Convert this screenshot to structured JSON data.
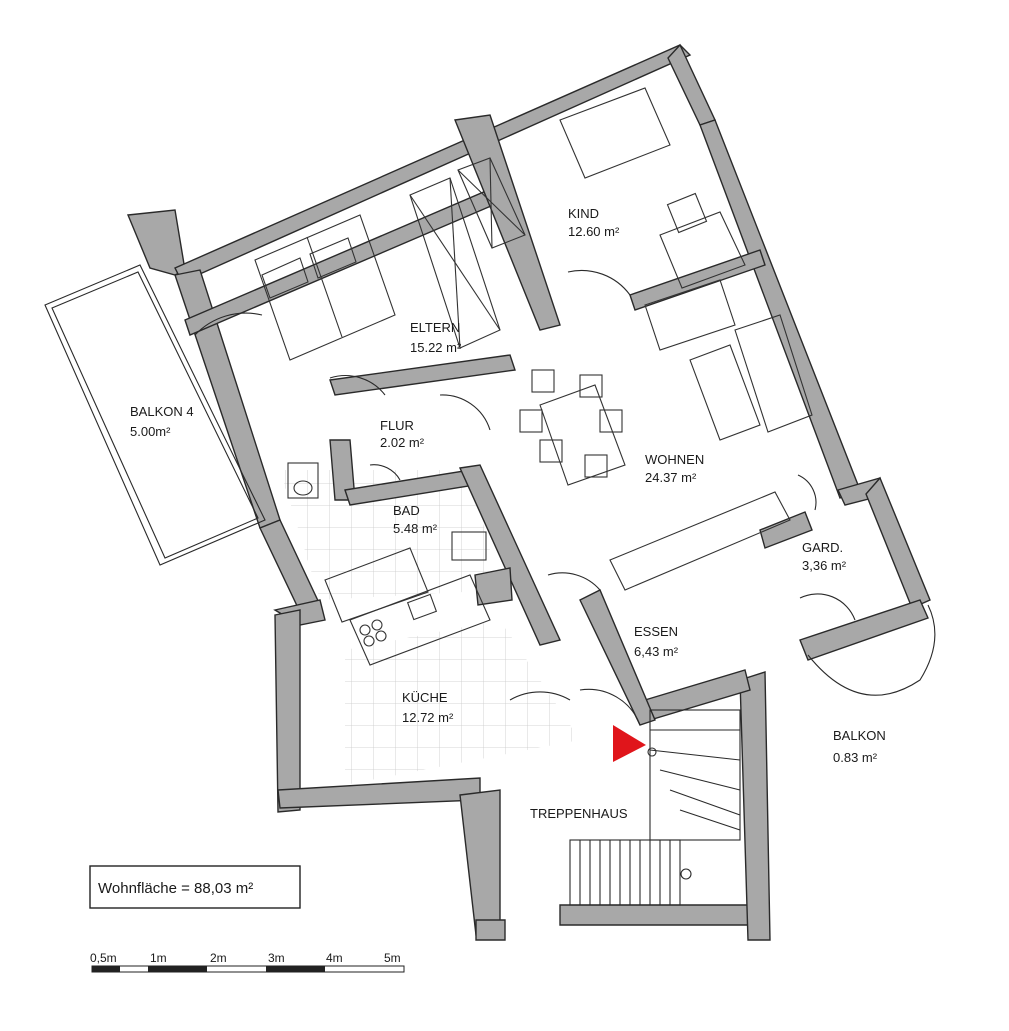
{
  "rooms": {
    "kind": {
      "name": "KIND",
      "area": "12.60 m²"
    },
    "eltern": {
      "name": "ELTERN",
      "area": "15.22 m²"
    },
    "balkon4": {
      "name": "BALKON 4",
      "area": "5.00m²"
    },
    "flur": {
      "name": "FLUR",
      "area": "2.02 m²"
    },
    "wohnen": {
      "name": "WOHNEN",
      "area": "24.37 m²"
    },
    "bad": {
      "name": "BAD",
      "area": "5.48 m²"
    },
    "gard": {
      "name": "GARD.",
      "area": "3,36 m²"
    },
    "essen": {
      "name": "ESSEN",
      "area": "6,43 m²"
    },
    "kueche": {
      "name": "KÜCHE",
      "area": "12.72 m²"
    },
    "balkon": {
      "name": "BALKON",
      "area": "0.83 m²"
    },
    "treppenhaus": {
      "name": "TREPPENHAUS"
    }
  },
  "total_area": "Wohnfläche =  88,03 m²",
  "scale_bar": [
    "0,5m",
    "1m",
    "2m",
    "3m",
    "4m",
    "5m"
  ],
  "colors": {
    "wall": "#a8a8a8",
    "entrance_marker": "#e0151b"
  }
}
